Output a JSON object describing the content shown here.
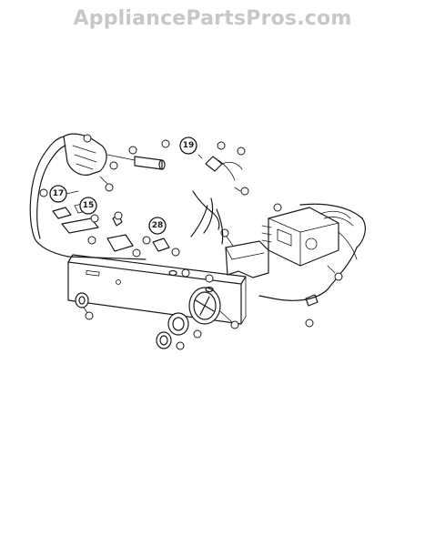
{
  "watermark": "AppliancePartsPros.com",
  "callouts": [
    {
      "id": "c1",
      "label": "19"
    },
    {
      "id": "c2",
      "label": "17"
    },
    {
      "id": "c3",
      "label": "15"
    },
    {
      "id": "c4",
      "label": "28"
    }
  ]
}
